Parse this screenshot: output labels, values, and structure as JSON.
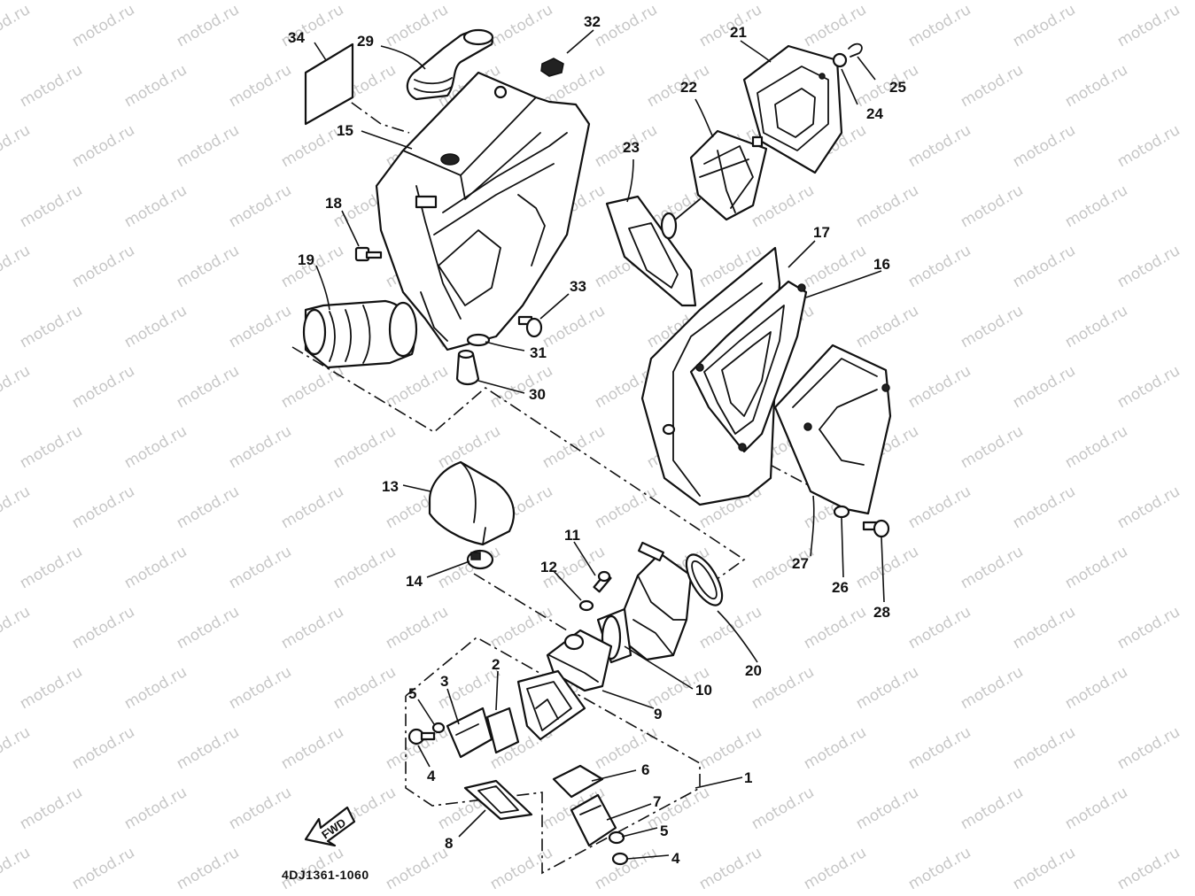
{
  "diagram": {
    "drawing_code": "4DJ1361-1060",
    "fwd_label": "FWD",
    "watermark_text": "motod.ru",
    "callouts": {
      "c1": "1",
      "c2": "2",
      "c3": "3",
      "c4a": "4",
      "c4b": "4",
      "c5a": "5",
      "c5b": "5",
      "c6": "6",
      "c7": "7",
      "c8": "8",
      "c9": "9",
      "c10": "10",
      "c11": "11",
      "c12": "12",
      "c13": "13",
      "c14": "14",
      "c15": "15",
      "c16": "16",
      "c17": "17",
      "c18": "18",
      "c19": "19",
      "c20": "20",
      "c21": "21",
      "c22": "22",
      "c23": "23",
      "c24": "24",
      "c25": "25",
      "c26": "26",
      "c27": "27",
      "c28": "28",
      "c29": "29",
      "c30": "30",
      "c31": "31",
      "c32": "32",
      "c33": "33",
      "c34": "34"
    }
  }
}
